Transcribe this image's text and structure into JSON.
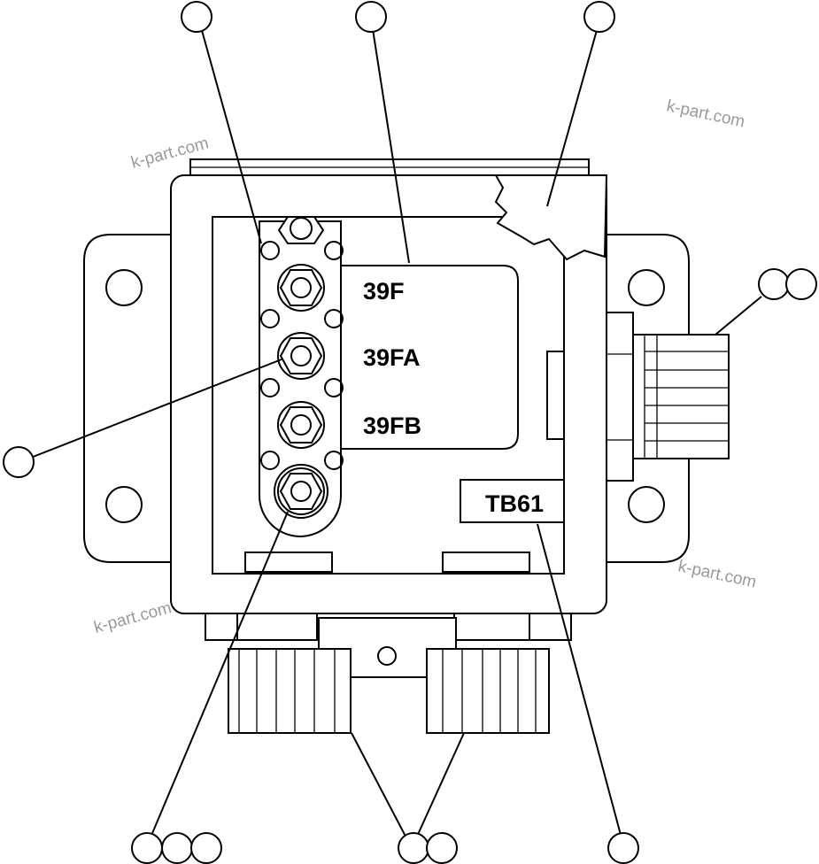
{
  "terminal_labels": [
    "39F",
    "39FA",
    "39FB"
  ],
  "block_tag": "TB61",
  "watermark": "k-part.com",
  "colors": {
    "line": "#000000",
    "background": "#ffffff",
    "watermark": "#9a9a9a"
  }
}
